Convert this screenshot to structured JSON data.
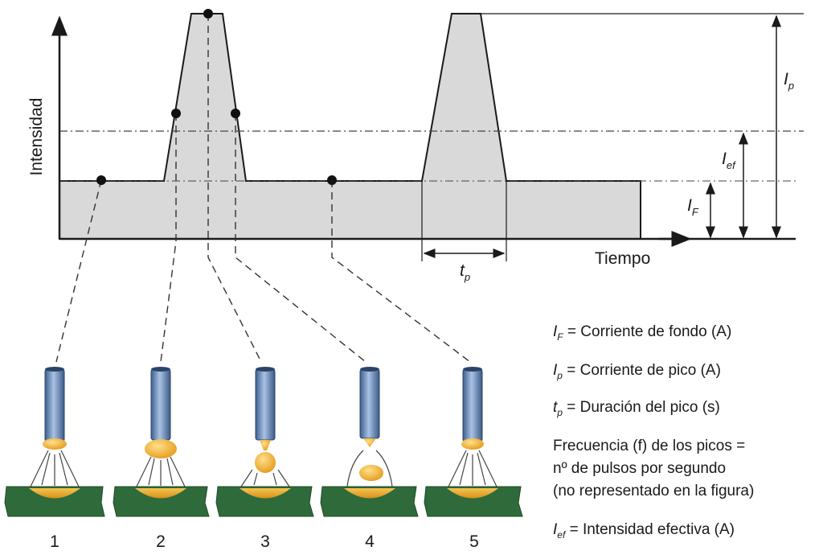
{
  "diagram": {
    "y_axis_label": "Intensidad",
    "x_axis_label": "Tiempo",
    "labels": {
      "ip": {
        "main": "I",
        "sub": "p"
      },
      "ief": {
        "main": "I",
        "sub": "ef"
      },
      "if": {
        "main": "I",
        "sub": "F"
      },
      "tp": {
        "main": "t",
        "sub": "p"
      }
    },
    "stages": [
      "1",
      "2",
      "3",
      "4",
      "5"
    ],
    "legend": [
      {
        "sym": "I",
        "sub": "F",
        "text": " = Corriente de fondo  (A)"
      },
      {
        "sym": "I",
        "sub": "p",
        "text": " = Corriente de pico (A)"
      },
      {
        "sym": "t",
        "sub": "p",
        "text": " = Duración del pico (s)"
      },
      {
        "sym": "",
        "sub": "",
        "text": "Frecuencia (f) de los picos ="
      },
      {
        "sym": "",
        "sub": "",
        "text": "nº de pulsos por segundo"
      },
      {
        "sym": "",
        "sub": "",
        "text": "(no representado en la figura)"
      },
      {
        "sym": "I",
        "sub": "ef",
        "text": " = Intensidad efectiva (A)"
      }
    ],
    "colors": {
      "waveform_fill": "#d9d9d9",
      "electrode": "#5b7fb3",
      "droplet": "#f2b43a",
      "base_metal": "#2f6b3a",
      "line": "#1a1a1a"
    }
  }
}
